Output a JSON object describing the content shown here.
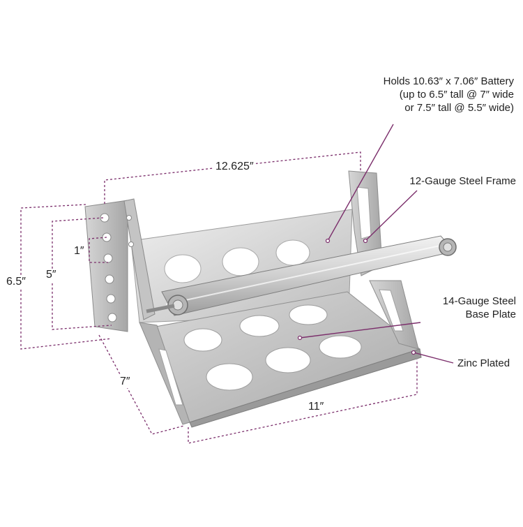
{
  "callouts": {
    "battery_line1": "Holds 10.63″ x 7.06″ Battery",
    "battery_line2": "(up to 6.5″ tall @ 7″ wide",
    "battery_line3": "or 7.5″ tall @ 5.5″ wide)",
    "frame": "12-Gauge Steel Frame",
    "base_line1": "14-Gauge Steel",
    "base_line2": "Base Plate",
    "finish": "Zinc Plated"
  },
  "dimensions": {
    "length": "12.625″",
    "height": "6.5″",
    "hole_span": "5″",
    "hole_pitch": "1″",
    "depth": "7″",
    "width": "11″"
  },
  "colors": {
    "leader": "#7b2e6b",
    "metal_light": "#e6e6e6",
    "metal_mid": "#c9c9c9",
    "metal_dark": "#9a9a9a"
  }
}
